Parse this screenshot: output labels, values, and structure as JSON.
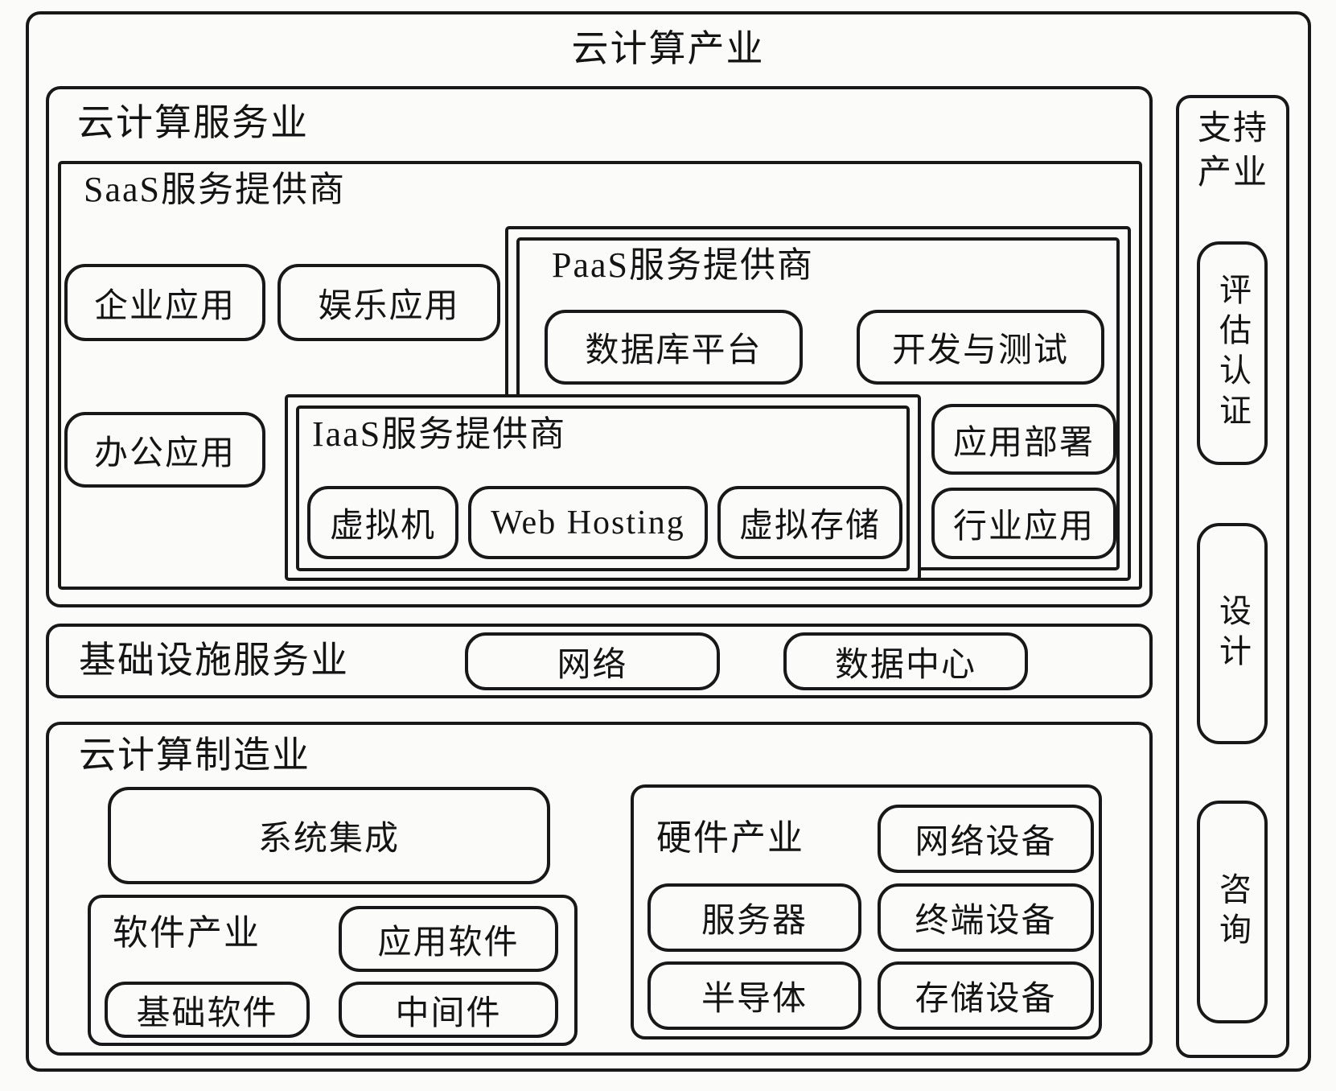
{
  "title": "云计算产业",
  "service": {
    "label": "云计算服务业",
    "saas": {
      "label": "SaaS服务提供商",
      "items": [
        "企业应用",
        "娱乐应用",
        "办公应用"
      ]
    },
    "paas": {
      "label": "PaaS服务提供商",
      "platform_items": [
        "数据库平台",
        "开发与测试"
      ],
      "side_items": [
        "应用部署",
        "行业应用"
      ]
    },
    "iaas": {
      "label": "IaaS服务提供商",
      "items": [
        "虚拟机",
        "Web Hosting",
        "虚拟存储"
      ]
    }
  },
  "infrastructure": {
    "label": "基础设施服务业",
    "items": [
      "网络",
      "数据中心"
    ]
  },
  "manufacturing": {
    "label": "云计算制造业",
    "system_integration": "系统集成",
    "software": {
      "label": "软件产业",
      "items": [
        "应用软件",
        "基础软件",
        "中间件"
      ]
    },
    "hardware": {
      "label": "硬件产业",
      "items": [
        "网络设备",
        "服务器",
        "终端设备",
        "半导体",
        "存储设备"
      ]
    }
  },
  "support": {
    "label": "支持产业",
    "items": [
      "评估认证",
      "设计",
      "咨询"
    ]
  },
  "colors": {
    "ink": "#181818",
    "paper": "#fbfbf9"
  }
}
